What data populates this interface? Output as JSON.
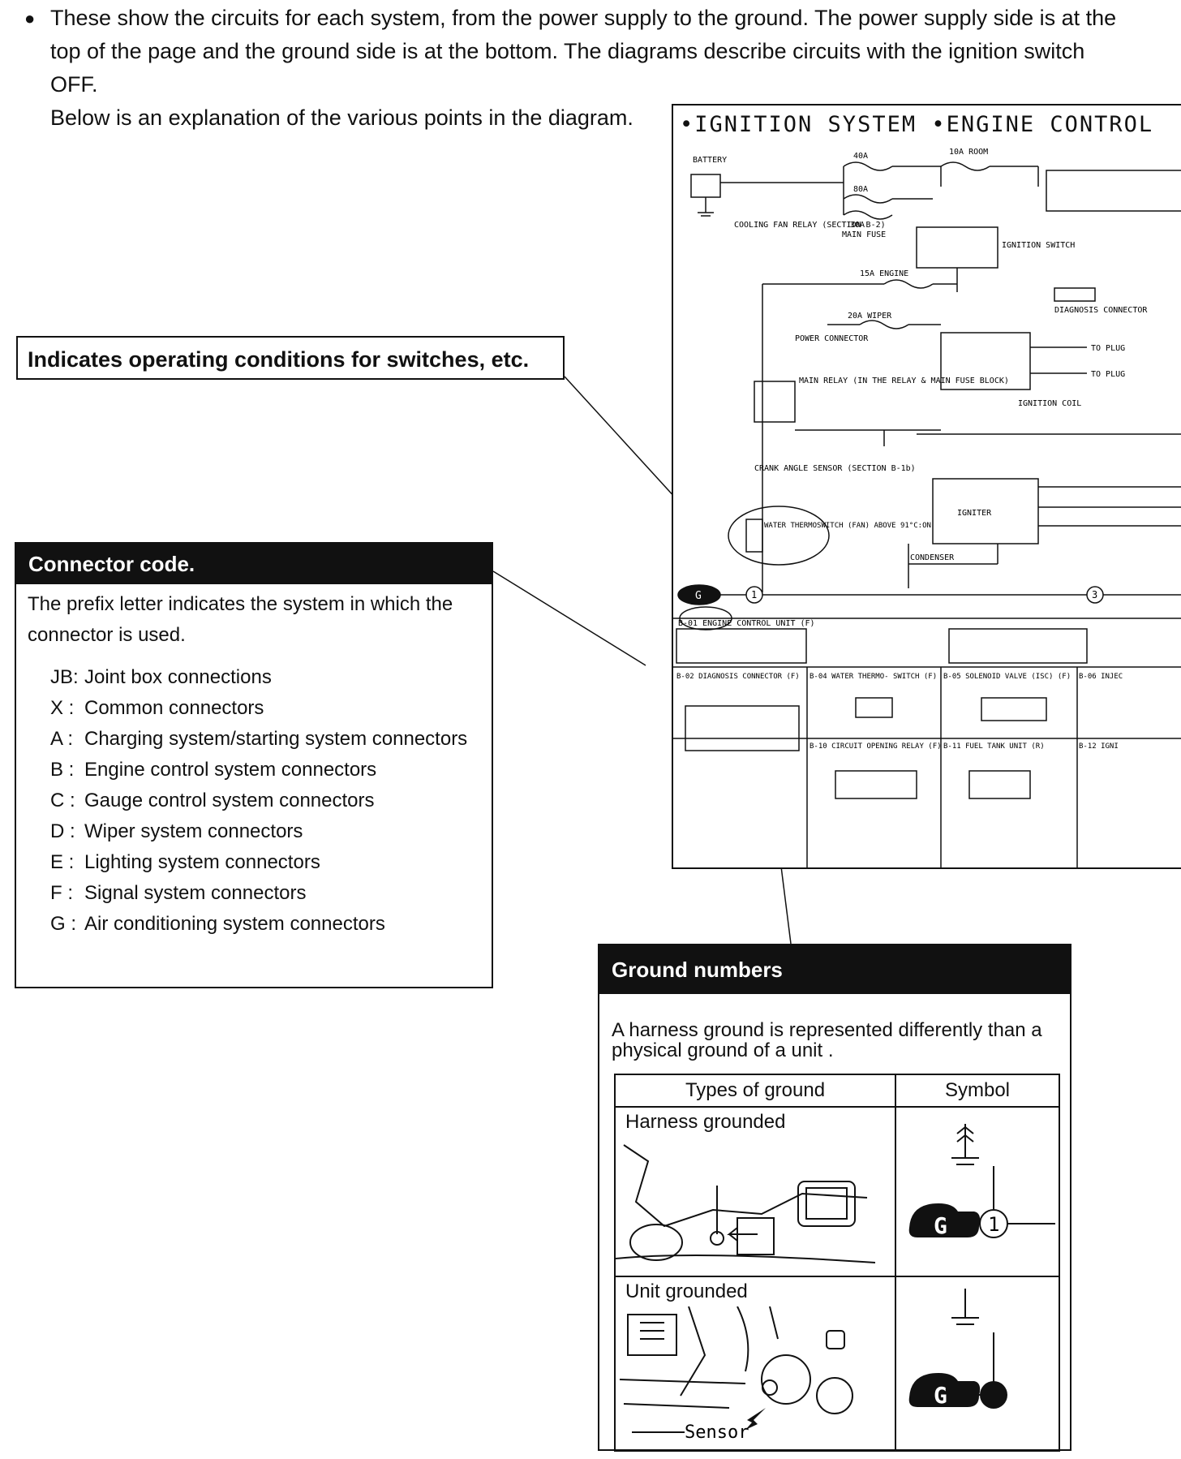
{
  "intro": {
    "bullet": "●",
    "para1": "These show the circuits for each system, from the power supply to the ground. The power supply side is at the top of the page and the ground side is at the bottom. The diagrams describe circuits with the ignition switch OFF.",
    "para2": "Below is an explanation of the various points in the diagram."
  },
  "callouts": {
    "switch_conditions": "Indicates operating conditions for switches, etc."
  },
  "connector_box": {
    "title": "Connector code.",
    "description": "The prefix letter indicates the system in which the connector is used.",
    "codes": [
      {
        "code": "JB:",
        "label": "Joint box connections"
      },
      {
        "code": "X :",
        "label": "Common connectors"
      },
      {
        "code": "A :",
        "label": "Charging system/starting system connectors"
      },
      {
        "code": "B :",
        "label": "Engine control system connectors"
      },
      {
        "code": "C :",
        "label": "Gauge control system connectors"
      },
      {
        "code": "D :",
        "label": "Wiper system connectors"
      },
      {
        "code": "E :",
        "label": "Lighting system connectors"
      },
      {
        "code": "F :",
        "label": "Signal system connectors"
      },
      {
        "code": "G :",
        "label": "Air conditioning system connectors"
      }
    ]
  },
  "ground_box": {
    "title": "Ground numbers",
    "description": "A harness ground is represented differently than a  physical ground of a unit .",
    "col_type": "Types of ground",
    "col_symbol": "Symbol",
    "rows": [
      {
        "label": "Harness grounded",
        "symbol_letter": "G",
        "symbol_number": "1"
      },
      {
        "label": "Unit grounded",
        "symbol_letter": "G",
        "symbol_number": ""
      }
    ],
    "sensor_label": "Sensor"
  },
  "diagram": {
    "title": "•IGNITION SYSTEM •ENGINE CONTROL",
    "labels": {
      "battery": "BATTERY",
      "fuse_40a": "40A",
      "fuse_80a": "80A",
      "fuse_30a": "30A",
      "main_fuse": "MAIN FUSE",
      "fuse_10a_room": "10A ROOM",
      "cooling_fan_relay": "COOLING FAN RELAY (SECTION B-2)",
      "ignition_switch": "IGNITION SWITCH",
      "fuse_15a_engine": "15A ENGINE",
      "fuse_20a_wiper": "20A WIPER",
      "power_connector": "POWER CONNECTOR",
      "main_relay": "MAIN RELAY (IN THE RELAY & MAIN FUSE BLOCK)",
      "diagnosis_connector": "DIAGNOSIS CONNECTOR",
      "to_plug_1": "TO PLUG",
      "to_plug_2": "TO PLUG",
      "ignition_coil": "IGNITION COIL",
      "crank_angle_sensor": "CRANK ANGLE SENSOR (SECTION B-1b)",
      "igniter": "IGNITER",
      "water_thermoswitch": "WATER THERMOSWITCH (FAN) ABOVE 91°C:ON",
      "condenser": "CONDENSER",
      "ecu_row": "B-01 ENGINE CONTROL UNIT (F)",
      "b02": "B-02 DIAGNOSIS CONNECTOR (F)",
      "b04": "B-04 WATER THERMO- SWITCH (F)",
      "b05": "B-05 SOLENOID VALVE (ISC) (F)",
      "b06": "B-06 INJEC",
      "b10": "B-10 CIRCUIT OPENING RELAY (F)",
      "b11": "B-11 FUEL TANK UNIT (R)",
      "b12": "B-12 IGNI",
      "ground_num": "1",
      "ground_num_3": "3",
      "ground_letter": "G"
    }
  }
}
